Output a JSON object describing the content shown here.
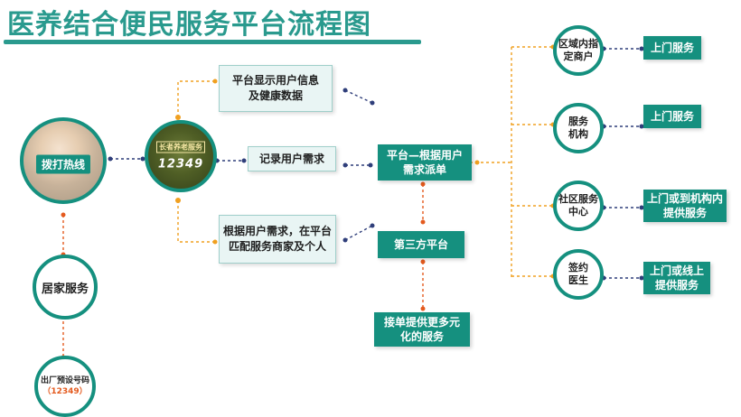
{
  "title": "医养结合便民服务平台流程图",
  "nodes": {
    "hotline": "拨打热线",
    "phone_brand": "长者养老服务",
    "phone_number": "12349",
    "home_service": "居家服务",
    "factory_number_label": "出厂预设号码",
    "factory_number_value": "（12349）",
    "show_user_info": "平台显示用户信息及健康数据",
    "record_needs": "记录用户需求",
    "match_provider": "根据用户需求，在平台匹配服务商家及个人",
    "dispatch": "平台—根据用户需求派单",
    "third_party": "第三方平台",
    "accept_order": "接单提供更多元化的服务"
  },
  "providers": [
    {
      "name": "区域内指定商户",
      "service": "上门服务"
    },
    {
      "name": "服务机构",
      "service": "上门服务"
    },
    {
      "name": "社区服务中心",
      "service": "上门或到机构内提供服务"
    },
    {
      "name": "签约医生",
      "service": "上门或线上提供服务"
    }
  ],
  "colors": {
    "primary": "#15907f",
    "title": "#2a9a8e",
    "orange": "#f0a020",
    "navy": "#2f3e7a",
    "red": "#e45a1e"
  }
}
